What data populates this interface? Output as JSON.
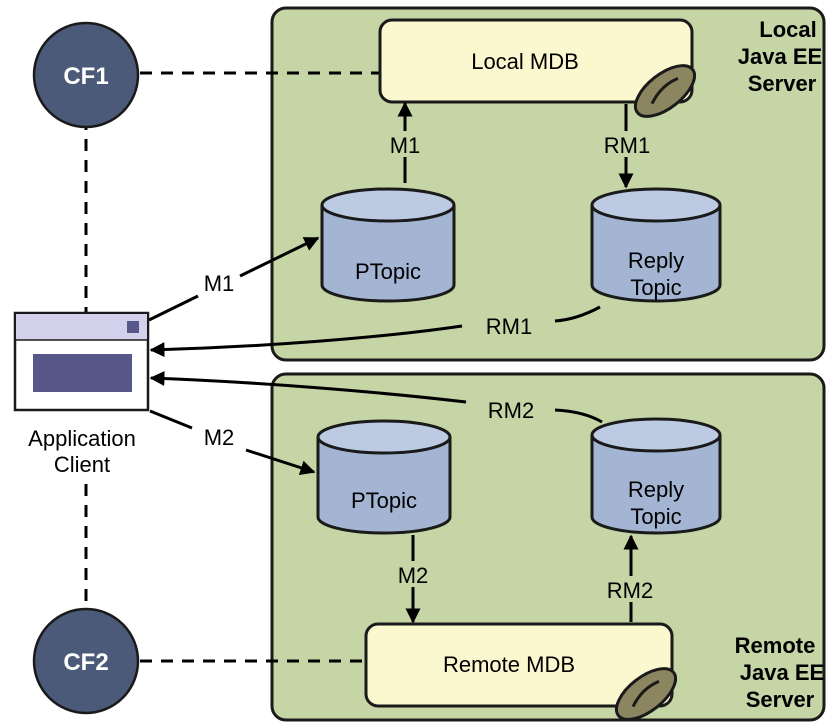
{
  "colors": {
    "server_fill": "#c6d5a6",
    "server_stroke": "#1a1a1a",
    "mdb_fill": "#fbf7cf",
    "cf_fill": "#4b5a78",
    "topic_fill": "#a3b5d2",
    "topic_top": "#bccbe2",
    "client_bar": "#d2d0ea",
    "client_screen": "#57578a",
    "handle_fill": "#8b8660"
  },
  "servers": {
    "local": {
      "line1": "Local",
      "line2": "Java EE",
      "line3": "Server"
    },
    "remote": {
      "line1": "Remote",
      "line2": "Java EE",
      "line3": "Server"
    }
  },
  "cf": {
    "cf1": "CF1",
    "cf2": "CF2"
  },
  "mdb": {
    "local": "Local MDB",
    "remote": "Remote MDB"
  },
  "topics": {
    "local_ptopic": "PTopic",
    "local_reply_line1": "Reply",
    "local_reply_line2": "Topic",
    "remote_ptopic": "PTopic",
    "remote_reply_line1": "Reply",
    "remote_reply_line2": "Topic"
  },
  "client": {
    "line1": "Application",
    "line2": "Client"
  },
  "messages": {
    "m1_to_mdb": "M1",
    "rm1_to_reply": "RM1",
    "m1_from_client": "M1",
    "rm1_to_client": "RM1",
    "rm2_to_client": "RM2",
    "m2_from_client": "M2",
    "m2_to_mdb": "M2",
    "rm2_to_reply": "RM2"
  }
}
